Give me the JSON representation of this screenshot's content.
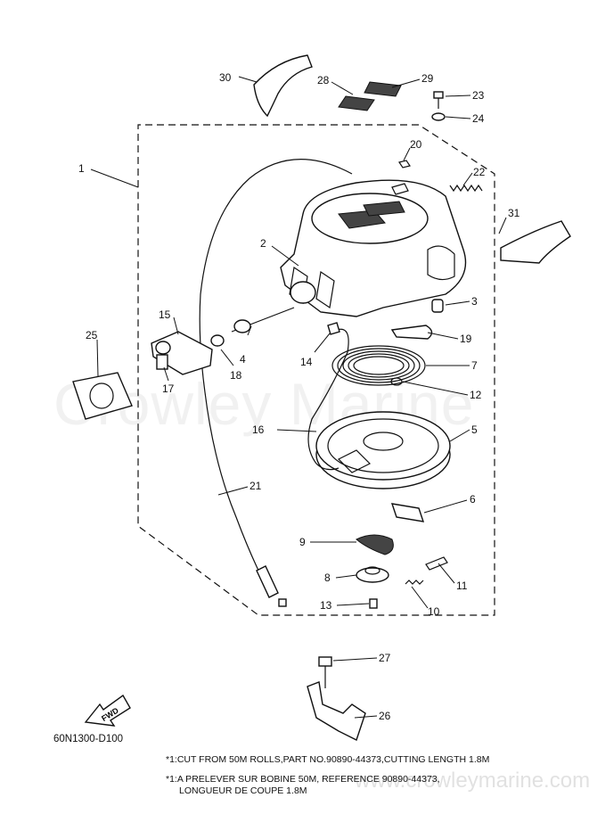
{
  "diagram_code": "60N1300-D100",
  "watermark": "Crowley Marine",
  "website": "www.crowleymarine.com",
  "fwd_label": "FWD",
  "notes": {
    "line1": "*1:CUT FROM 50M ROLLS,PART NO.90890-44373,CUTTING LENGTH 1.8M",
    "line2": "*1:A PRELEVER SUR BOBINE 50M, REFERENCE 90890-44373,",
    "line3": "LONGUEUR DE COUPE 1.8M"
  },
  "callouts": {
    "c1": "1",
    "c2": "2",
    "c3": "3",
    "c4": "4",
    "c5": "5",
    "c6": "6",
    "c7": "7",
    "c8": "8",
    "c9": "9",
    "c10": "10",
    "c11": "11",
    "c12": "12",
    "c13": "13",
    "c14": "14",
    "c15": "15",
    "c16": "16",
    "c17": "17",
    "c18": "18",
    "c19": "19",
    "c20": "20",
    "c21": "21",
    "c22": "22",
    "c23": "23",
    "c24": "24",
    "c25": "25",
    "c26": "26",
    "c27": "27",
    "c28": "28",
    "c29": "29",
    "c30": "30",
    "c31": "31"
  }
}
